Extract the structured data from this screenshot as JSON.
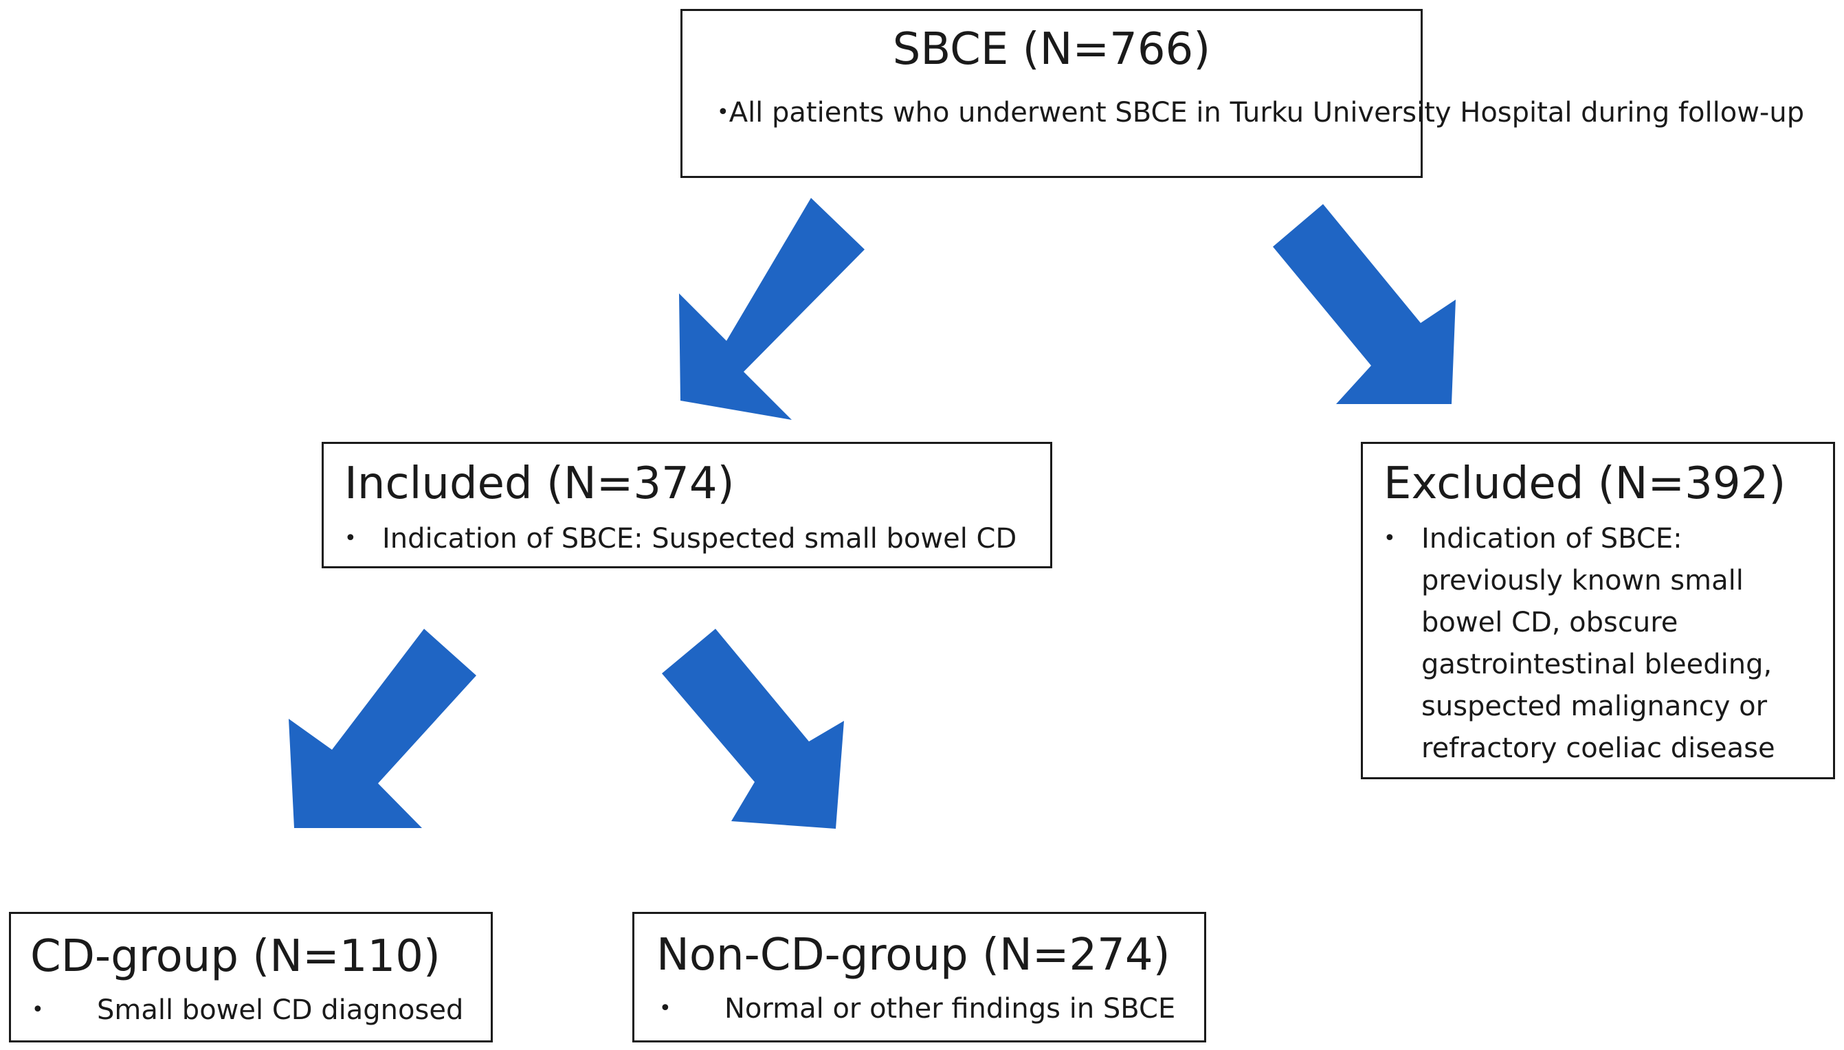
{
  "colors": {
    "arrow_fill": "#1f65c4",
    "border": "#1a1a1a",
    "background": "#ffffff"
  },
  "bullet_symbol": "•",
  "root": {
    "title": "SBCE (N=766)",
    "bullet": "All patients who underwent SBCE in Turku University Hospital during follow-up"
  },
  "included": {
    "title": "Included (N=374)",
    "bullet": "Indication of SBCE: Suspected small bowel CD"
  },
  "excluded": {
    "title": "Excluded (N=392)",
    "bullet": "Indication of SBCE: previously known small bowel CD, obscure gastrointestinal bleeding, suspected malignancy or refractory coeliac disease"
  },
  "cd_group": {
    "title": "CD-group (N=110)",
    "bullet": "Small bowel CD diagnosed"
  },
  "non_cd_group": {
    "title": "Non-CD-group (N=274)",
    "bullet": "Normal or other findings in SBCE"
  },
  "edges": [
    {
      "from": "root",
      "to": "included"
    },
    {
      "from": "root",
      "to": "excluded"
    },
    {
      "from": "included",
      "to": "cd_group"
    },
    {
      "from": "included",
      "to": "non_cd_group"
    }
  ]
}
